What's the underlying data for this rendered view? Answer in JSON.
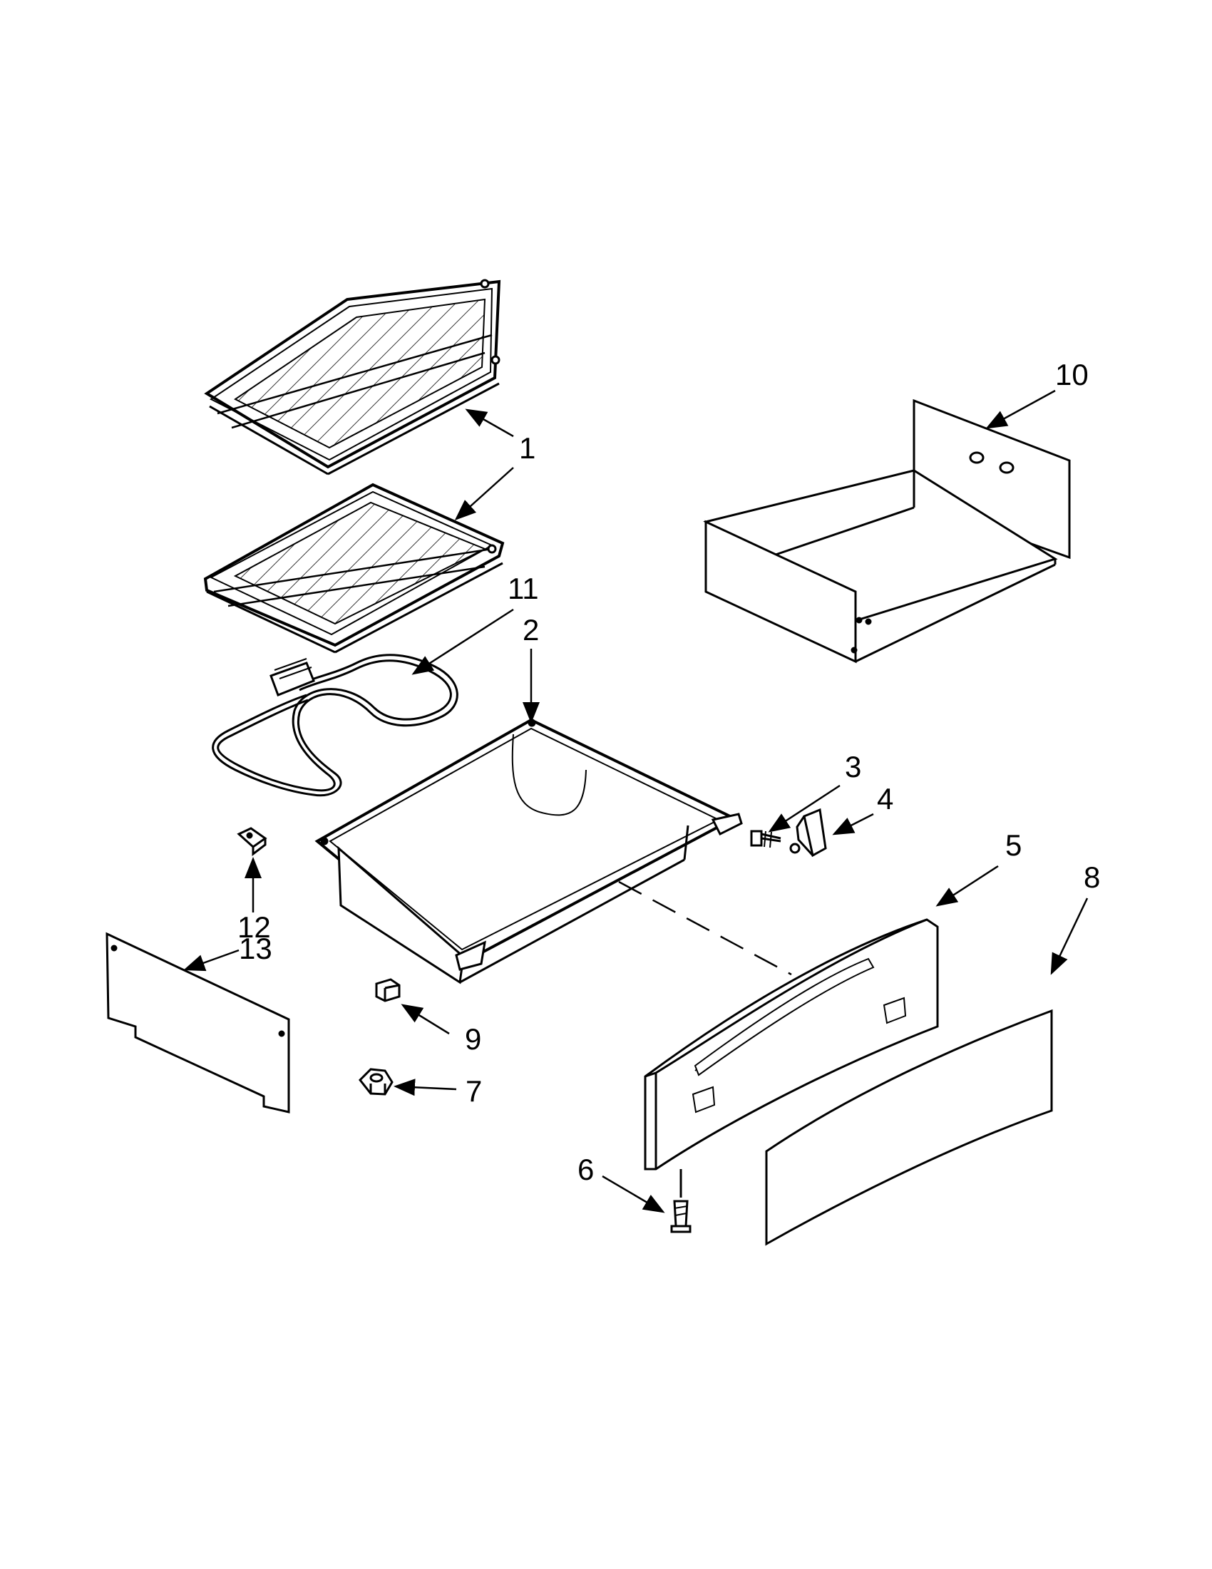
{
  "callouts": {
    "c1a": "1",
    "c1b": "1",
    "c2": "2",
    "c3": "3",
    "c4": "4",
    "c5": "5",
    "c6": "6",
    "c7": "7",
    "c8": "8",
    "c9": "9",
    "c10": "10",
    "c11": "11",
    "c12": "12",
    "c13": "13"
  },
  "colors": {
    "ink": "#000000",
    "paper": "#ffffff"
  }
}
